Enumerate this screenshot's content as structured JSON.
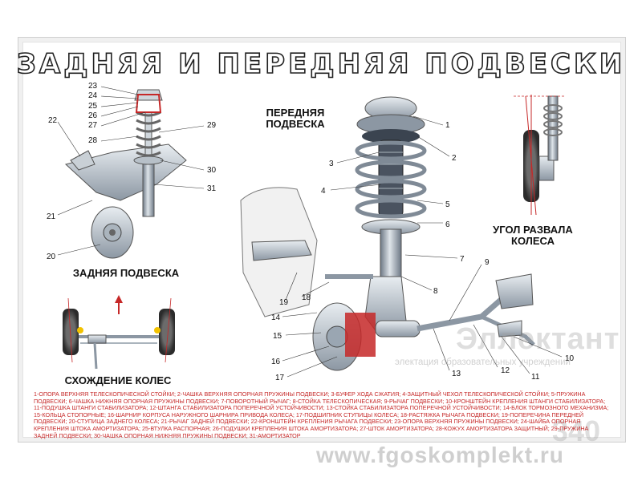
{
  "title": "ЗАДНЯЯ И ПЕРЕДНЯЯ ПОДВЕСКИ",
  "labels": {
    "rear": "ЗАДНЯЯ ПОДВЕСКА",
    "front_line1": "ПЕРЕДНЯЯ",
    "front_line2": "ПОДВЕСКА",
    "camber_line1": "УГОЛ РАЗВАЛА",
    "camber_line2": "КОЛЕСА",
    "toe": "СХОЖДЕНИЕ КОЛЕС"
  },
  "numbers": {
    "n1": "1",
    "n2": "2",
    "n3": "3",
    "n4": "4",
    "n5": "5",
    "n6": "6",
    "n7": "7",
    "n8": "8",
    "n9": "9",
    "n10": "10",
    "n11": "11",
    "n12": "12",
    "n13": "13",
    "n14": "14",
    "n15": "15",
    "n16": "16",
    "n17": "17",
    "n18": "18",
    "n19": "19",
    "n20": "20",
    "n21": "21",
    "n22": "22",
    "n23": "23",
    "n24": "24",
    "n25": "25",
    "n26": "26",
    "n27": "27",
    "n28": "28",
    "n29": "29",
    "n30": "30",
    "n31": "31"
  },
  "legend": "1-ОПОРА ВЕРХНЯЯ ТЕЛЕСКОПИЧЕСКОЙ СТОЙКИ; 2-ЧАШКА ВЕРХНЯЯ ОПОРНАЯ ПРУЖИНЫ ПОДВЕСКИ; 3-БУФЕР ХОДА СЖАТИЯ; 4-ЗАЩИТНЫЙ ЧЕХОЛ ТЕЛЕСКОПИЧЕСКОЙ СТОЙКИ; 5-ПРУЖИНА ПОДВЕСКИ; 6-ЧАШКА НИЖНЯЯ ОПОРНАЯ ПРУЖИНЫ ПОДВЕСКИ; 7-ПОВОРОТНЫЙ РЫЧАГ; 8-СТОЙКА ТЕЛЕСКОПИЧЕСКАЯ; 9-РЫЧАГ ПОДВЕСКИ; 10-КРОНШТЕЙН КРЕПЛЕНИЯ ШТАНГИ СТАБИЛИЗАТОРА; 11-ПОДУШКА ШТАНГИ СТАБИЛИЗАТОРА; 12-ШТАНГА СТАБИЛИЗАТОРА ПОПЕРЕЧНОЙ УСТОЙЧИВОСТИ; 13-СТОЙКА СТАБИЛИЗАТОРА ПОПЕРЕЧНОЙ УСТОЙЧИВОСТИ; 14-БЛОК ТОРМОЗНОГО МЕХАНИЗМА; 15-КОЛЬЦА СТОПОРНЫЕ; 16-ШАРНИР КОРПУСА НАРУЖНОГО ШАРНИРА ПРИВОДА КОЛЕСА; 17-ПОДШИПНИК СТУПИЦЫ КОЛЕСА; 18-РАСТЯЖКА РЫЧАГА ПОДВЕСКИ; 19-ПОПЕРЕЧИНА ПЕРЕДНЕЙ ПОДВЕСКИ; 20-СТУПИЦА ЗАДНЕГО КОЛЕСА; 21-РЫЧАГ ЗАДНЕЙ ПОДВЕСКИ; 22-КРОНШТЕЙН КРЕПЛЕНИЯ РЫЧАГА ПОДВЕСКИ; 23-ОПОРА ВЕРХНЯЯ ПРУЖИНЫ ПОДВЕСКИ; 24-ШАЙБА ОПОРНАЯ КРЕПЛЕНИЯ ШТОКА АМОРТИЗАТОРА; 25-ВТУЛКА РАСПОРНАЯ; 26-ПОДУШКИ КРЕПЛЕНИЯ ШТОКА АМОРТИЗАТОРА; 27-ШТОК АМОРТИЗАТОРА; 28-КОЖУХ АМОРТИЗАТОРА ЗАЩИТНЫЙ; 29-ПРУЖИНА ЗАДНЕЙ ПОДВЕСКИ; 30-ЧАШКА ОПОРНАЯ НИЖНЯЯ ПРУЖИНЫ ПОДВЕСКИ; 31-АМОРТИЗАТОР",
  "watermarks": {
    "brand": "Эллектант",
    "tagline": "электация образовательных учреждений",
    "code": "340",
    "site": "www.fgoskomplekt.ru"
  },
  "colors": {
    "accent": "#c62828",
    "metal": "#9aa6b2",
    "dark": "#3b4450"
  }
}
